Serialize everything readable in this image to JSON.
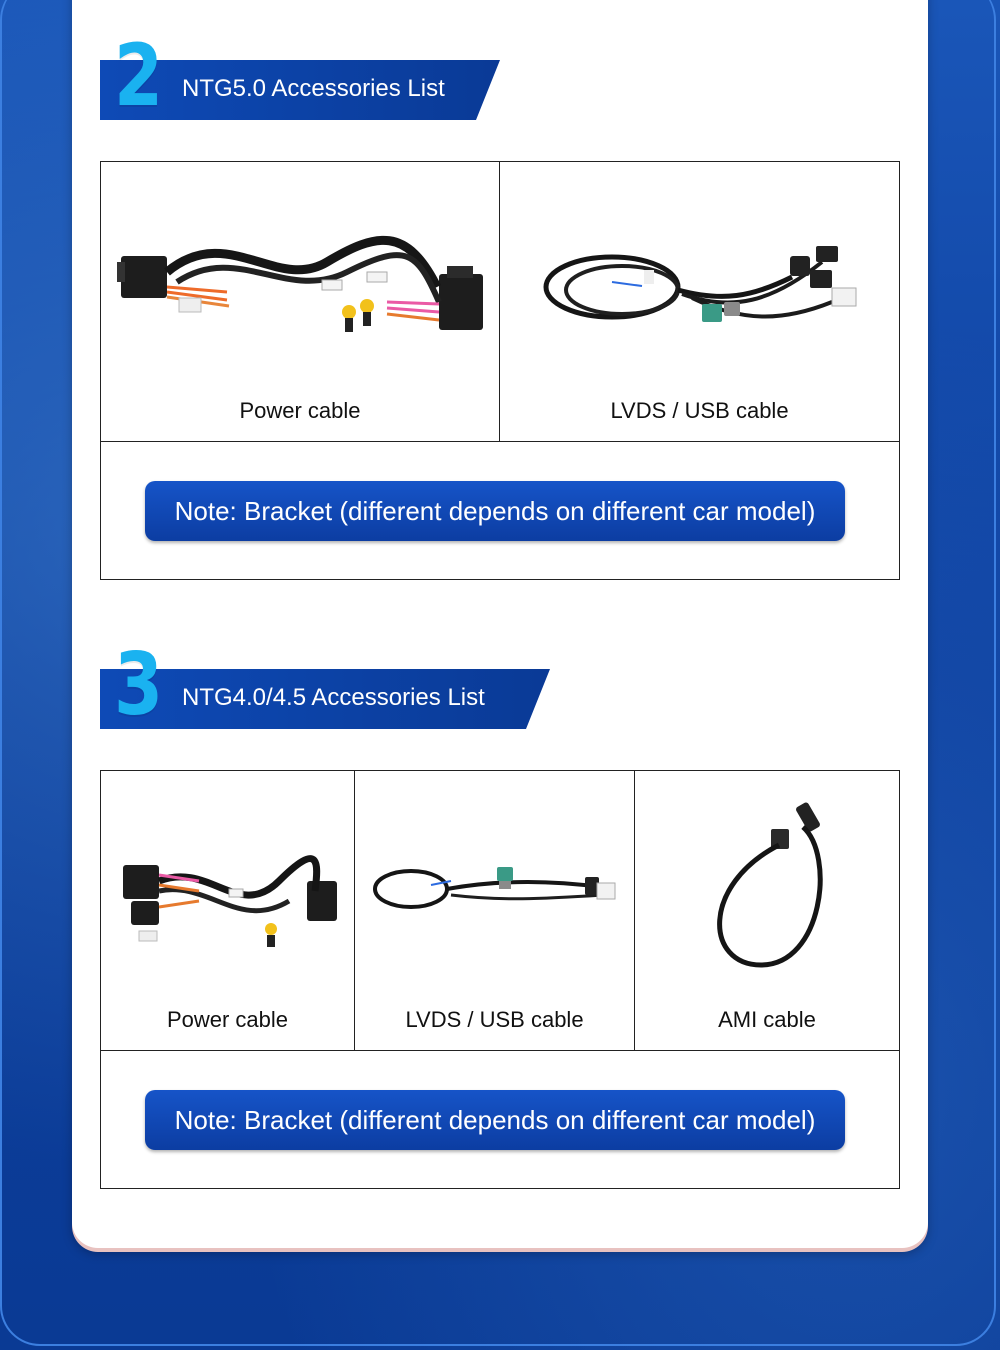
{
  "sections": [
    {
      "number": "2",
      "title": "NTG5.0 Accessories List",
      "items": [
        {
          "label": "Power cable",
          "icon": "power-cable-harness"
        },
        {
          "label": "LVDS / USB cable",
          "icon": "lvds-usb-cable"
        }
      ],
      "note": "Note: Bracket (different depends on different car model)"
    },
    {
      "number": "3",
      "title": "NTG4.0/4.5 Accessories List",
      "items": [
        {
          "label": "Power cable",
          "icon": "power-cable-harness"
        },
        {
          "label": "LVDS / USB cable",
          "icon": "lvds-usb-cable"
        },
        {
          "label": "AMI cable",
          "icon": "ami-cable"
        }
      ],
      "note": "Note: Bracket (different depends on different car model)"
    }
  ],
  "colors": {
    "accent_blue": "#0e4ab6",
    "number_cyan": "#1ab2f0",
    "background_blue": "#0d3f9e"
  }
}
